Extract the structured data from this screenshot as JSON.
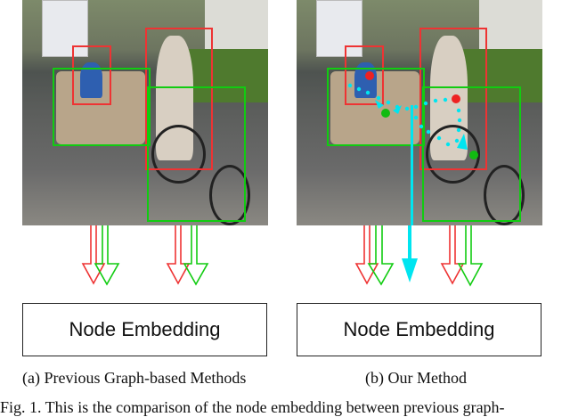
{
  "figure": {
    "panels": [
      {
        "id": "a",
        "label": "(a) Previous Graph-based Methods",
        "box_label": "Node Embedding",
        "boxes": [
          {
            "type": "person",
            "color": "red",
            "desc": "person-on-couch"
          },
          {
            "type": "person",
            "color": "red",
            "desc": "cyclist"
          },
          {
            "type": "object",
            "color": "green",
            "desc": "couch"
          },
          {
            "type": "object",
            "color": "green",
            "desc": "bicycle"
          }
        ]
      },
      {
        "id": "b",
        "label": "(b) Our Method",
        "box_label": "Node Embedding",
        "boxes": [
          {
            "type": "person",
            "color": "red",
            "desc": "person-on-couch"
          },
          {
            "type": "person",
            "color": "red",
            "desc": "cyclist"
          },
          {
            "type": "object",
            "color": "green",
            "desc": "couch"
          },
          {
            "type": "object",
            "color": "green",
            "desc": "bicycle"
          }
        ],
        "extra_arrow": {
          "color": "cyan",
          "desc": "context-edge-embedding"
        }
      }
    ],
    "caption": "Fig. 1.  This is the comparison of the node embedding between previous graph-",
    "colors": {
      "human": "#ee3333",
      "object": "#11cc11",
      "edge": "#00e5f0",
      "text": "#111111"
    }
  }
}
